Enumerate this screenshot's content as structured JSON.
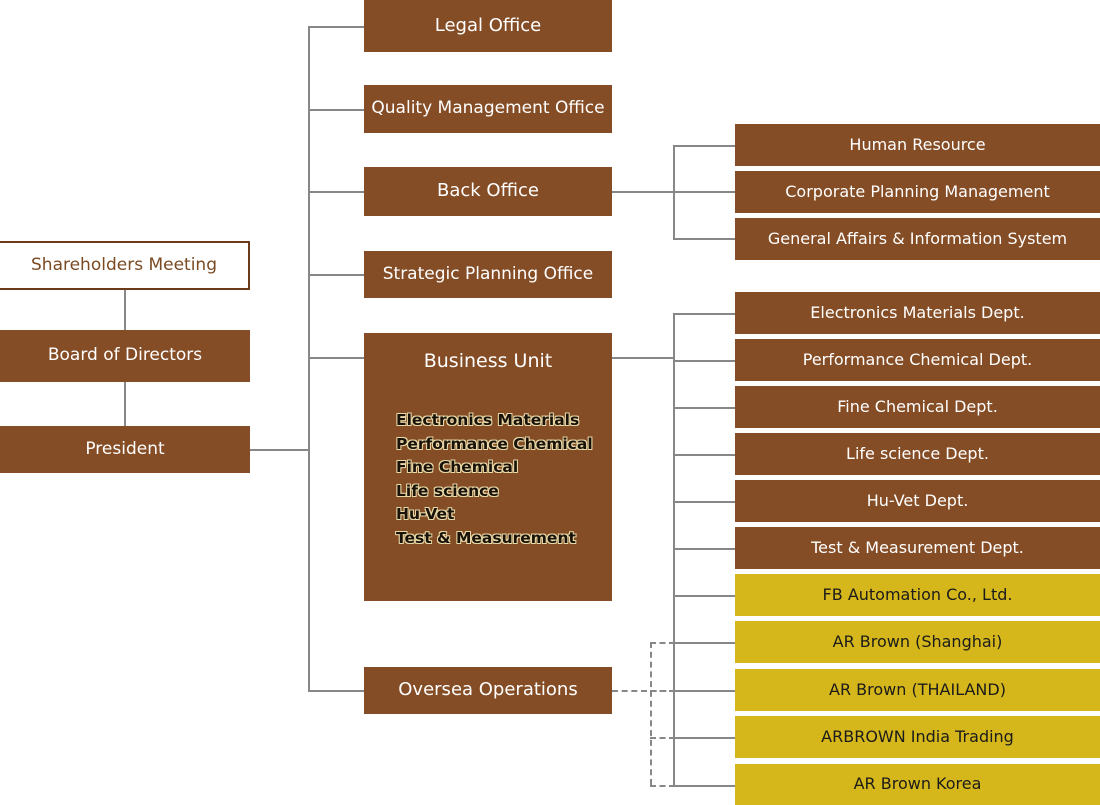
{
  "title": "Organization Chart",
  "colors": {
    "brown": "#854D26",
    "yellow": "#D5B71C",
    "line": "#868789",
    "outline_text": "#7a4a22",
    "white": "#ffffff"
  },
  "governance": {
    "shareholders_meeting": "Shareholders Meeting",
    "board_of_directors": "Board of Directors",
    "president": "President"
  },
  "divisions": {
    "legal_office": "Legal Office",
    "quality_management_office": "Quality Management Office",
    "back_office": "Back Office",
    "strategic_planning_office": "Strategic Planning Office",
    "business_unit": "Business Unit",
    "oversea_operations": "Oversea Operations"
  },
  "business_unit_units": [
    "Electronics Materials",
    "Performance Chemical",
    "Fine Chemical",
    "Life science",
    "Hu-Vet",
    "Test & Measurement"
  ],
  "back_office_children": [
    "Human Resource",
    "Corporate Planning Management",
    "General Affairs & Information System"
  ],
  "business_unit_departments": [
    "Electronics Materials Dept.",
    "Performance Chemical Dept.",
    "Fine Chemical Dept.",
    "Life science Dept.",
    "Hu-Vet Dept.",
    "Test & Measurement Dept."
  ],
  "subsidiaries": [
    "FB Automation Co., Ltd.",
    "AR Brown (Shanghai)",
    "AR Brown (THAILAND)",
    "ARBROWN India Trading",
    "AR Brown Korea"
  ]
}
